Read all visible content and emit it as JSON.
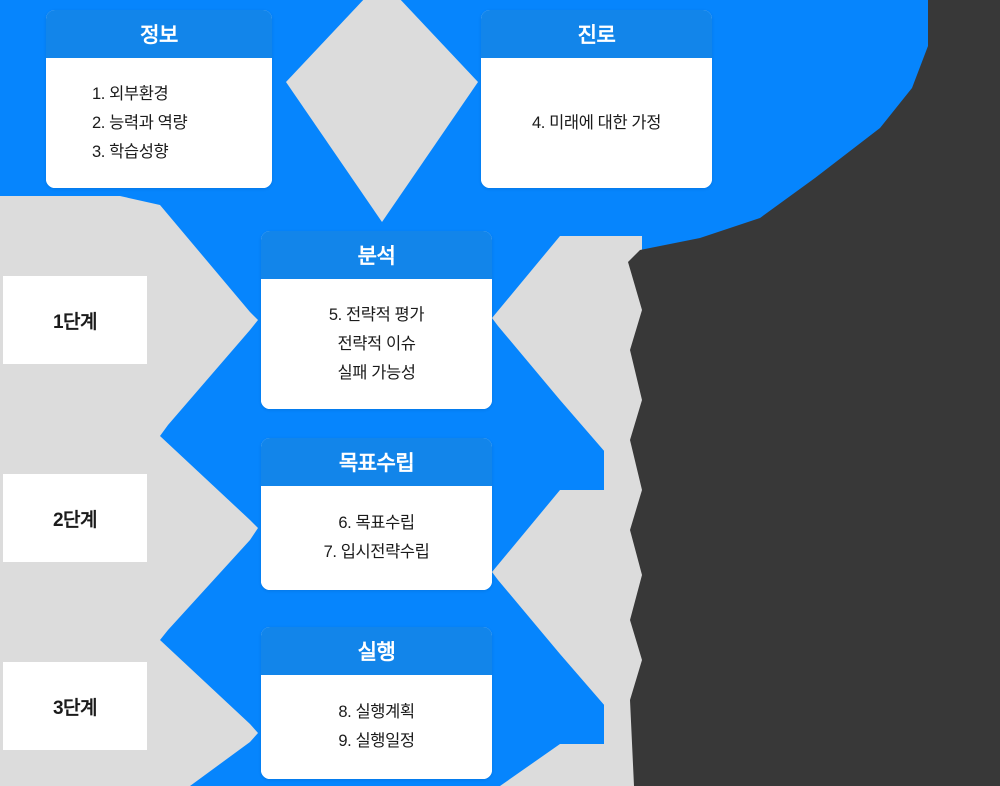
{
  "palette": {
    "background_blue": "#0685fd",
    "card_header_blue": "#1285ea",
    "chevron_gray": "#dcdcdc",
    "panel_dark": "#383838",
    "card_white": "#ffffff",
    "text_dark": "#1b1b1b",
    "text_light": "#ffffff"
  },
  "stages": [
    {
      "label": "1단계"
    },
    {
      "label": "2단계"
    },
    {
      "label": "3단계"
    }
  ],
  "cards": [
    {
      "key": "info",
      "title": "정보",
      "items": [
        "1. 외부환경",
        "2. 능력과 역량",
        "3. 학습성향"
      ]
    },
    {
      "key": "path",
      "title": "진로",
      "items": [
        "4. 미래에 대한 가정"
      ]
    },
    {
      "key": "analysis",
      "title": "분석",
      "items": [
        "5. 전략적 평가",
        "전략적 이슈",
        "실패 가능성"
      ]
    },
    {
      "key": "goal",
      "title": "목표수립",
      "items": [
        "6. 목표수립",
        "7. 입시전략수립"
      ]
    },
    {
      "key": "execution",
      "title": "실행",
      "items": [
        "8. 실행계획",
        "9. 실행일정"
      ]
    }
  ]
}
